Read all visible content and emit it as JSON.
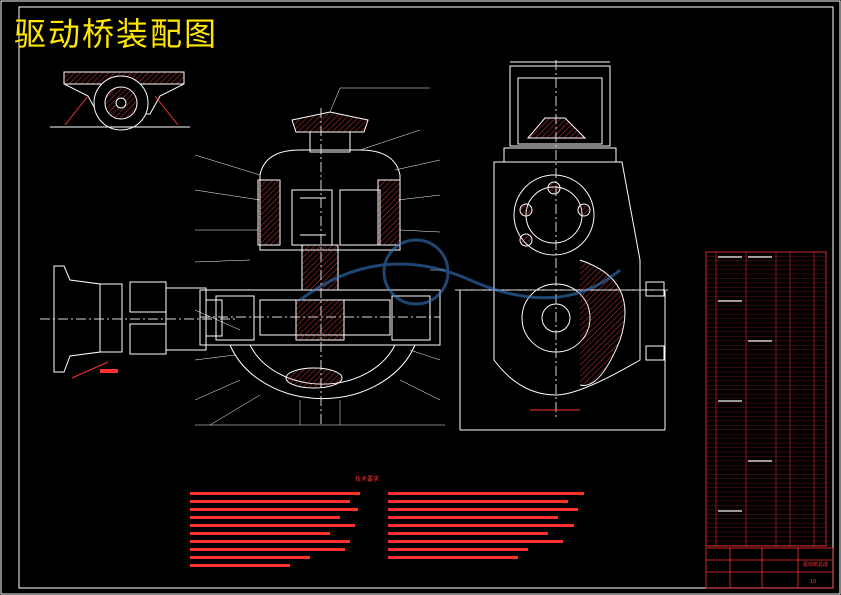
{
  "title": "驱动桥装配图",
  "notes_title": "技术要求",
  "title_block": {
    "name": "驱动桥总成",
    "sheet_no": "10"
  },
  "colors": {
    "background": "#000000",
    "outline": "#ffffff",
    "annotation": "#ff3030",
    "title": "#ffe600",
    "centerline": "#d8d8d8",
    "hatch": "#ff4040",
    "watermark": "#3a7fd0"
  }
}
